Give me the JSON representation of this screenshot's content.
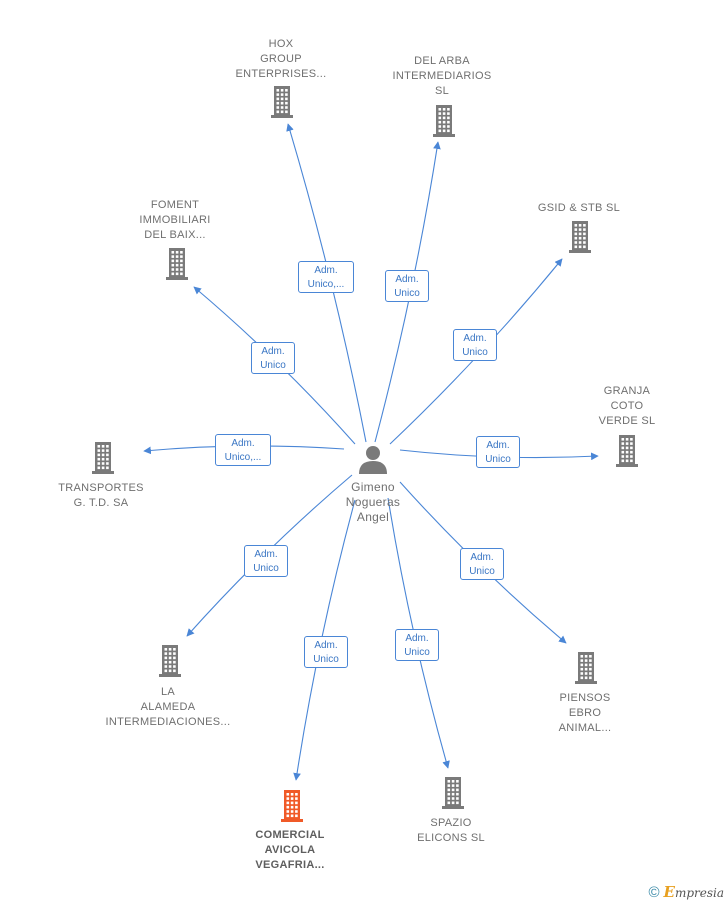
{
  "center": {
    "label": "Gimeno\nNogueras\nAngel"
  },
  "colors": {
    "edge": "#4a86d6",
    "building": "#7a7a7a",
    "highlight": "#f05a28"
  },
  "nodes": [
    {
      "id": "hox",
      "label": "HOX\nGROUP\nENTERPRISES...",
      "highlight": false
    },
    {
      "id": "delarba",
      "label": "DEL ARBA\nINTERMEDIARIOS\nSL",
      "highlight": false
    },
    {
      "id": "foment",
      "label": "FOMENT\nIMMOBILIARI\nDEL BAIX...",
      "highlight": false
    },
    {
      "id": "gsid",
      "label": "GSID & STB  SL",
      "highlight": false
    },
    {
      "id": "granja",
      "label": "GRANJA\nCOTO\nVERDE  SL",
      "highlight": false
    },
    {
      "id": "transportes",
      "label": "TRANSPORTES\nG. T.D. SA",
      "highlight": false
    },
    {
      "id": "alameda",
      "label": "LA\nALAMEDA\nINTERMEDIACIONES...",
      "highlight": false
    },
    {
      "id": "piensos",
      "label": "PIENSOS\nEBRO\nANIMAL...",
      "highlight": false
    },
    {
      "id": "comercial",
      "label": "COMERCIAL\nAVICOLA\nVEGAFRIA...",
      "highlight": true
    },
    {
      "id": "spazio",
      "label": "SPAZIO\nELICONS  SL",
      "highlight": false
    }
  ],
  "edges": [
    {
      "to": "hox",
      "label": "Adm.\nUnico,..."
    },
    {
      "to": "delarba",
      "label": "Adm.\nUnico"
    },
    {
      "to": "foment",
      "label": "Adm.\nUnico"
    },
    {
      "to": "gsid",
      "label": "Adm.\nUnico"
    },
    {
      "to": "granja",
      "label": "Adm.\nUnico"
    },
    {
      "to": "transportes",
      "label": "Adm.\nUnico,..."
    },
    {
      "to": "alameda",
      "label": "Adm.\nUnico"
    },
    {
      "to": "piensos",
      "label": "Adm.\nUnico"
    },
    {
      "to": "comercial",
      "label": "Adm.\nUnico"
    },
    {
      "to": "spazio",
      "label": "Adm.\nUnico"
    }
  ],
  "footer": {
    "copyright": "©",
    "brand_initial": "E",
    "brand_rest": "mpresia"
  }
}
